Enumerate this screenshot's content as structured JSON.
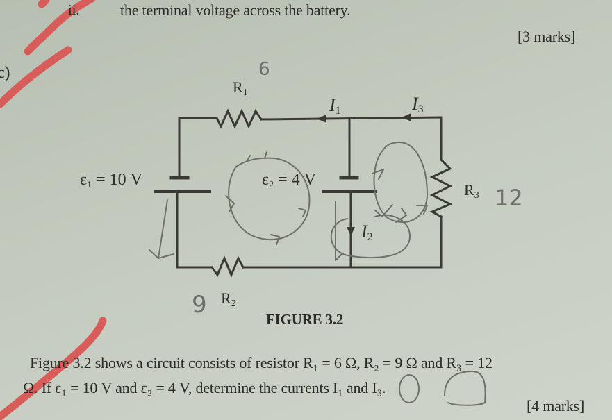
{
  "question_part_ii": {
    "number": "ii.",
    "text": "the terminal voltage across the battery.",
    "marks": "[3 marks]"
  },
  "question_part_c": {
    "label": "c)",
    "figure_caption": "FIGURE 3.2",
    "body_line_1": "Figure 3.2 shows a circuit consists of resistor R₁ = 6 Ω, R₂ = 9 Ω and R₃ = 12",
    "body_line_2": "Ω. If ε₁ = 10 V and ε₂ = 4 V, determine the currents I₁ and I₃.",
    "marks": "[4 marks]"
  },
  "circuit": {
    "r1_label": "R",
    "r1_sub": "1",
    "r2_label": "R",
    "r2_sub": "2",
    "r3_label": "R",
    "r3_sub": "3",
    "emf1_label": "ε",
    "emf1_sub": "1",
    "emf1_value": " = 10 V",
    "emf2_label": "ε",
    "emf2_sub": "2",
    "emf2_value": " = 4 V",
    "i1_label": "I",
    "i1_sub": "1",
    "i2_label": "I",
    "i2_sub": "2",
    "i3_label": "I",
    "i3_sub": "3"
  },
  "handwritten_annotations": {
    "r1_value": "6",
    "r2_value": "9",
    "r3_value": "12"
  },
  "colors": {
    "paper": "#c3cabd",
    "ink": "#2b2b28",
    "pencil": "#6c6f6a",
    "red_marker": "#d75c5a"
  }
}
